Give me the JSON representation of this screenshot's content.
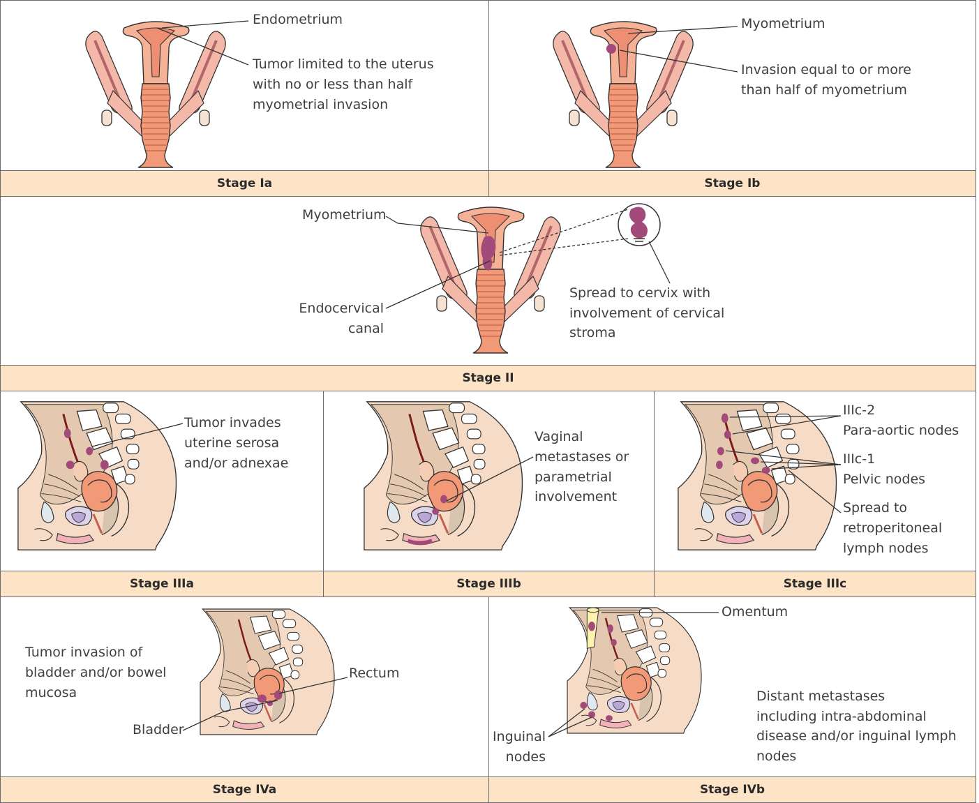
{
  "stages": {
    "ia": {
      "title": "Stage Ia",
      "label_endometrium": "Endometrium",
      "desc_line1": "Tumor limited to the uterus",
      "desc_line2": "with no or less than half",
      "desc_line3": "myometrial invasion"
    },
    "ib": {
      "title": "Stage Ib",
      "label_myometrium": "Myometrium",
      "desc_line1": "Invasion equal to or more",
      "desc_line2": "than half of myometrium"
    },
    "ii": {
      "title": "Stage II",
      "label_myometrium": "Myometrium",
      "label_canal_line1": "Endocervical",
      "label_canal_line2": "canal",
      "desc_line1": "Spread to cervix with",
      "desc_line2": "involvement of cervical",
      "desc_line3": "stroma"
    },
    "iiia": {
      "title": "Stage IIIa",
      "desc_line1": "Tumor invades",
      "desc_line2": "uterine serosa",
      "desc_line3": "and/or adnexae"
    },
    "iiib": {
      "title": "Stage IIIb",
      "desc_line1": "Vaginal",
      "desc_line2": "metastases or",
      "desc_line3": "parametrial",
      "desc_line4": "involvement"
    },
    "iiic": {
      "title": "Stage IIIc",
      "label_iiic2": "IIIc-2",
      "label_paraaortic": "Para-aortic nodes",
      "label_iiic1": "IIIc-1",
      "label_pelvic": "Pelvic nodes",
      "desc_line1": "Spread to",
      "desc_line2": "retroperitoneal",
      "desc_line3": "lymph nodes"
    },
    "iva": {
      "title": "Stage IVa",
      "desc_line1": "Tumor invasion of",
      "desc_line2": "bladder and/or bowel",
      "desc_line3": "mucosa",
      "label_rectum": "Rectum",
      "label_bladder": "Bladder"
    },
    "ivb": {
      "title": "Stage IVb",
      "label_omentum": "Omentum",
      "label_inguinal_line1": "Inguinal",
      "label_inguinal_line2": "nodes",
      "desc_line1": "Distant metastases",
      "desc_line2": "including intra-abdominal",
      "desc_line3": "disease and/or inguinal lymph",
      "desc_line4": "nodes"
    }
  },
  "colors": {
    "header_bar": "#fde4c6",
    "uterus": "#f3a07e",
    "tumor": "#a24b7a",
    "skin": "#f6dcc6",
    "border": "#6b6b6b"
  }
}
